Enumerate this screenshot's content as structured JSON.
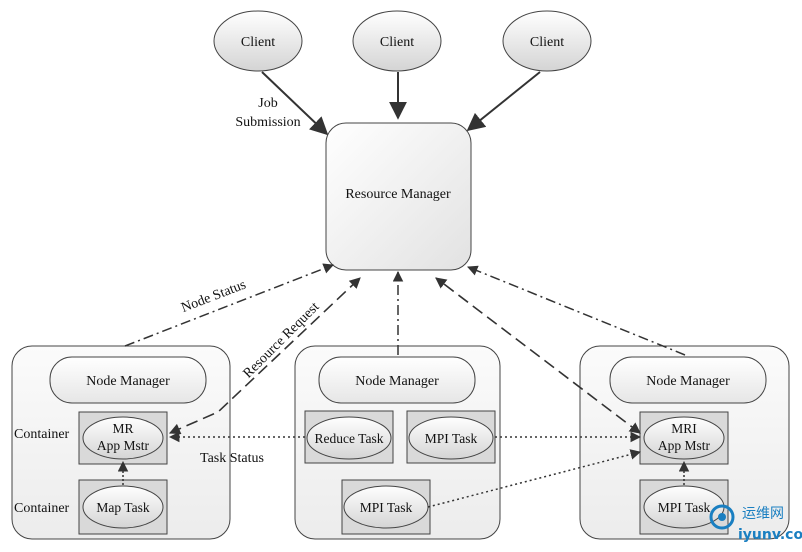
{
  "clients": [
    "Client",
    "Client",
    "Client"
  ],
  "job_submission": [
    "Job",
    "Submission"
  ],
  "resource_manager": "Resource Manager",
  "arrow_labels": {
    "node_status": "Node Status",
    "resource_request": "Resource Request",
    "task_status": "Task Status"
  },
  "left_node": {
    "node_manager": "Node Manager",
    "container_1": "Container",
    "container_2": "Container",
    "app_master": [
      "MR",
      "App Mstr"
    ],
    "map_task": "Map Task"
  },
  "middle_node": {
    "node_manager": "Node Manager",
    "reduce_task": "Reduce Task",
    "mpi_task_1": "MPI Task",
    "mpi_task_2": "MPI Task"
  },
  "right_node": {
    "node_manager": "Node Manager",
    "app_master": [
      "MRI",
      "App Mstr"
    ],
    "mpi_task": "MPI Task"
  },
  "watermark": {
    "cn": "运维网",
    "url": "iyunv.com"
  },
  "colors": {
    "box_fill": "#d9d9d9",
    "node_fill": "#f2f2f2",
    "stroke": "#333333",
    "watermark_blue": "#1a7fc1"
  }
}
